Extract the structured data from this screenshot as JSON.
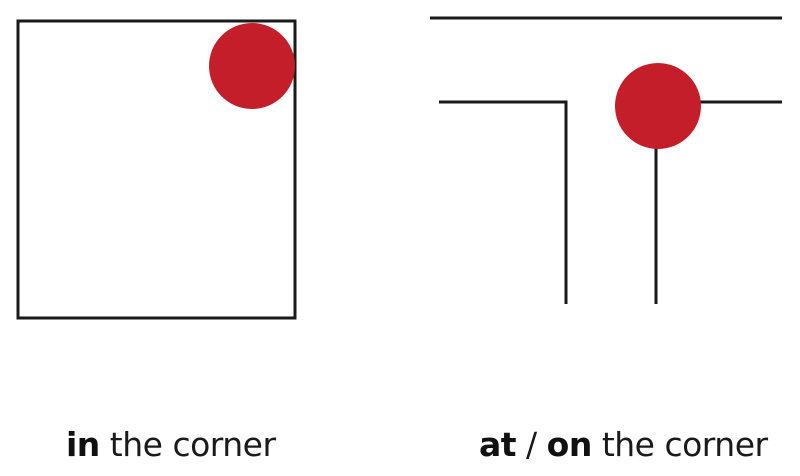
{
  "colors": {
    "dot": "#c41e2a",
    "line": "#1a1a1a"
  },
  "left_panel": {
    "caption_keyword": "in",
    "caption_rest": " the corner"
  },
  "right_panel": {
    "caption_keyword_1": "at",
    "caption_separator": " / ",
    "caption_keyword_2": "on",
    "caption_rest": " the corner"
  }
}
